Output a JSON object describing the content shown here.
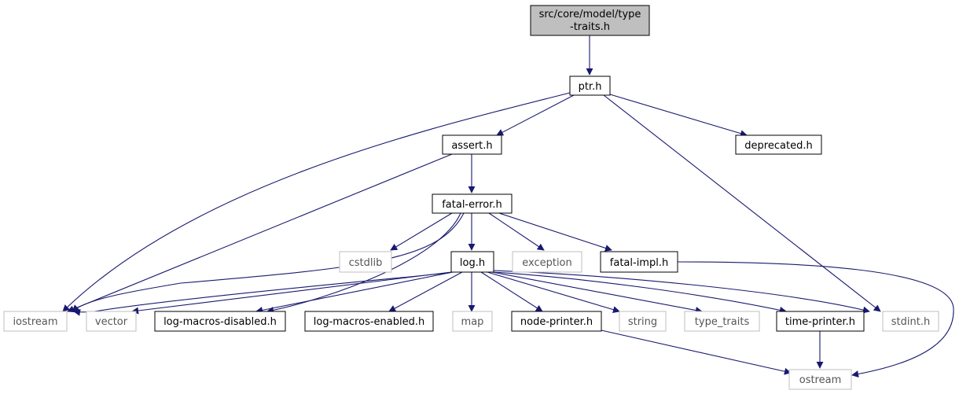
{
  "colors": {
    "edge": "#191970",
    "node_border": "#000000",
    "external_border": "#bfbfbf",
    "root_fill": "#bfbfbf",
    "text": "#000000",
    "external_text": "#555555"
  },
  "nodes": {
    "root_line1": "src/core/model/type",
    "root_line2": "-traits.h",
    "ptr": "ptr.h",
    "assert": "assert.h",
    "deprecated": "deprecated.h",
    "fatal_error": "fatal-error.h",
    "cstdlib": "cstdlib",
    "log": "log.h",
    "exception": "exception",
    "fatal_impl": "fatal-impl.h",
    "iostream": "iostream",
    "vector": "vector",
    "log_macros_disabled": "log-macros-disabled.h",
    "log_macros_enabled": "log-macros-enabled.h",
    "map": "map",
    "node_printer": "node-printer.h",
    "string": "string",
    "type_traits": "type_traits",
    "time_printer": "time-printer.h",
    "stdint": "stdint.h",
    "ostream": "ostream"
  }
}
